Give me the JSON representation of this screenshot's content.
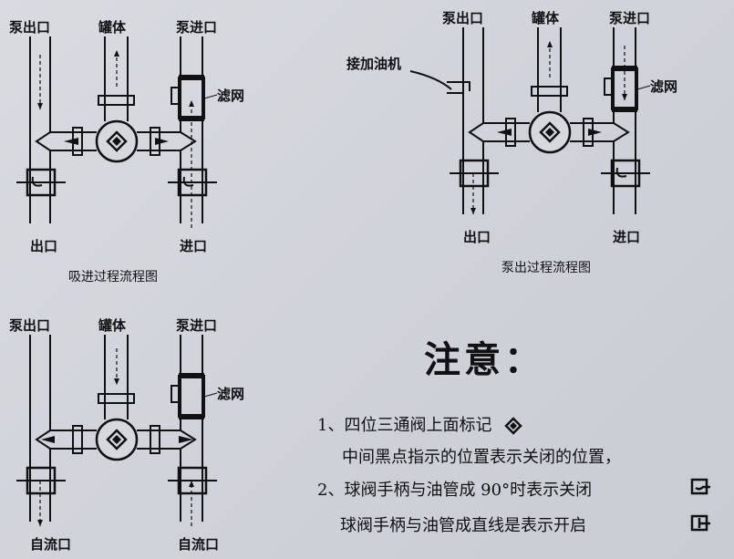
{
  "diagrams": [
    {
      "pump_outlet": "泵出口",
      "tank": "罐体",
      "pump_inlet": "泵进口",
      "filter": "滤网",
      "bottom_left": "出口",
      "bottom_right": "进口",
      "caption": "吸进过程流程图"
    },
    {
      "pump_outlet": "泵出口",
      "tank": "罐体",
      "pump_inlet": "泵进口",
      "filter": "滤网",
      "bottom_left": "出口",
      "bottom_right": "进口",
      "caption": "泵出过程流程图",
      "dispenser": "接加油机"
    },
    {
      "pump_outlet": "泵出口",
      "tank": "罐体",
      "pump_inlet": "泵进口",
      "filter": "滤网",
      "bottom_left": "自流口",
      "bottom_right": "自流口"
    }
  ],
  "notes": {
    "title": "注意：",
    "line1": "1、四位三通阀上面标记",
    "line2": "中间黑点指示的位置表示关闭的位置，",
    "line3": "2、球阀手柄与油管成 90°时表示关闭",
    "line4": "球阀手柄与油管成直线是表示开启"
  }
}
